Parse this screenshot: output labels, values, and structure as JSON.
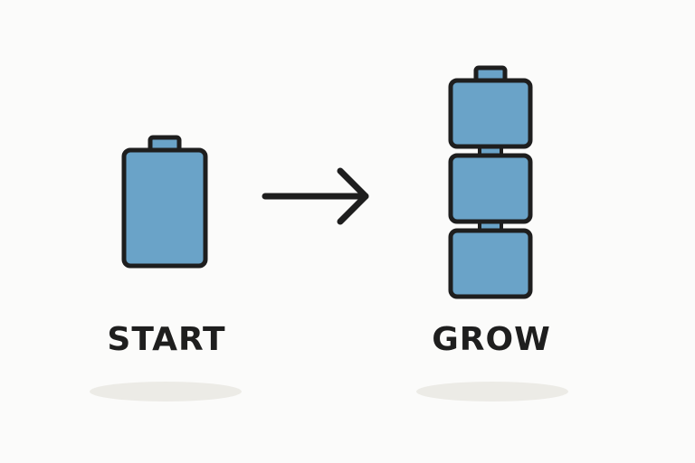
{
  "labels": {
    "start": "START",
    "grow": "GROW"
  },
  "colors": {
    "background": "#fbfbfa",
    "battery_fill": "#6aa3c8",
    "outline": "#1e1e1e",
    "shadow": "#ecebe6"
  },
  "icons": {
    "start": "single-battery-icon",
    "arrow": "right-arrow-icon",
    "grow": "stacked-batteries-icon"
  },
  "grow_stack_cells": 3
}
